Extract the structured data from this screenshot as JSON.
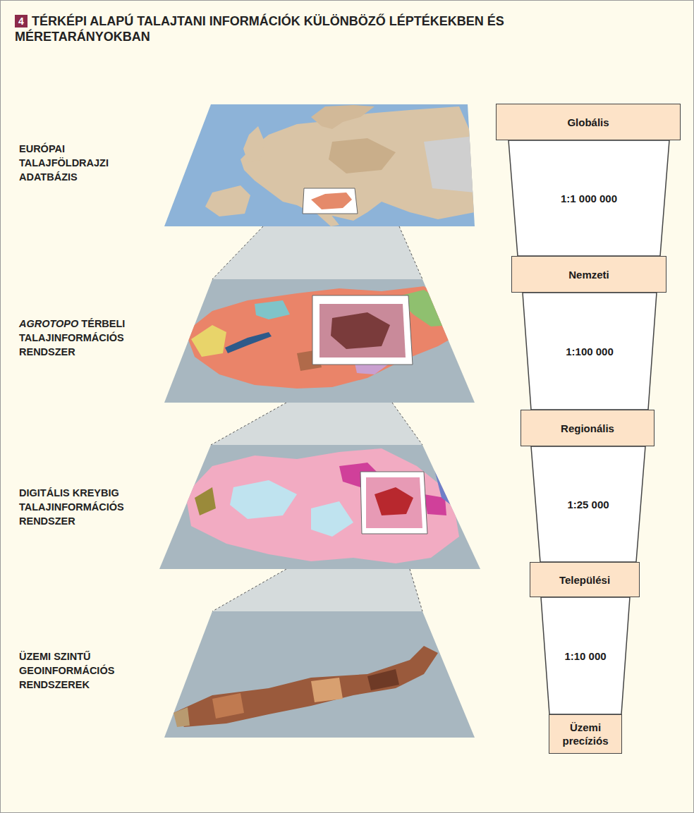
{
  "diagram": {
    "title": "TÉRKÉPI ALAPÚ TALAJTANI INFORMÁCIÓK KÜLÖNBÖZŐ LÉPTÉKEKBEN ÉS MÉRETARÁNYOKBAN",
    "nodes": [
      {
        "text": [
          "Globális"
        ]
      },
      {
        "text": [
          "1:1 000 000"
        ]
      },
      {
        "text": [
          "Nemzeti"
        ]
      },
      {
        "text": [
          "1:100 000"
        ]
      },
      {
        "text": [
          "Regionális"
        ]
      },
      {
        "text": [
          "1:25 000"
        ]
      },
      {
        "text": [
          "Települési"
        ]
      },
      {
        "text": [
          "1:10 000"
        ]
      },
      {
        "text": [
          "Üzemi precíziós"
        ]
      }
    ],
    "labels": [
      "4",
      "EURÓPAI TALAJFÖLDRAJZI ADATBÁZIS",
      "AGROTOPO TÉRBELI TALAJINFORMÁCIÓS RENDSZER",
      "DIGITÁLIS KREYBIG TALAJINFORMÁCIÓS RENDSZER",
      "ÜZEMI SZINTŰ GEOINFORMÁCIÓS RENDSZEREK"
    ]
  }
}
